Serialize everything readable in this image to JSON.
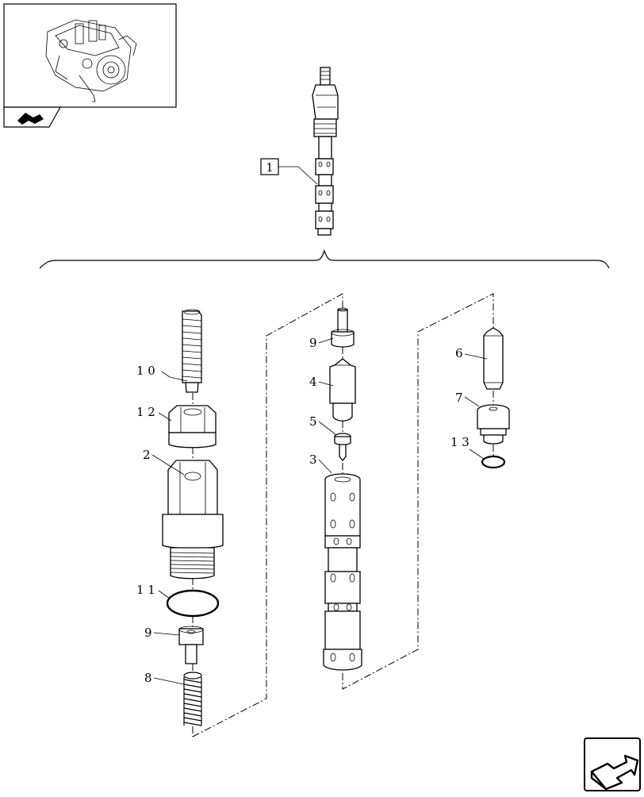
{
  "callouts": {
    "c1": "1",
    "c10": "1 0",
    "c12": "1 2",
    "c2": "2",
    "c11": "1 1",
    "c9a": "9",
    "c8": "8",
    "c9b": "9",
    "c4": "4",
    "c5": "5",
    "c3": "3",
    "c6": "6",
    "c7": "7",
    "c13": "1 3"
  },
  "icons": {
    "thumbnail": "pump-assembly-thumbnail",
    "back_nav": "back-arrow-icon",
    "next_nav": "next-page-arrow-icon"
  }
}
